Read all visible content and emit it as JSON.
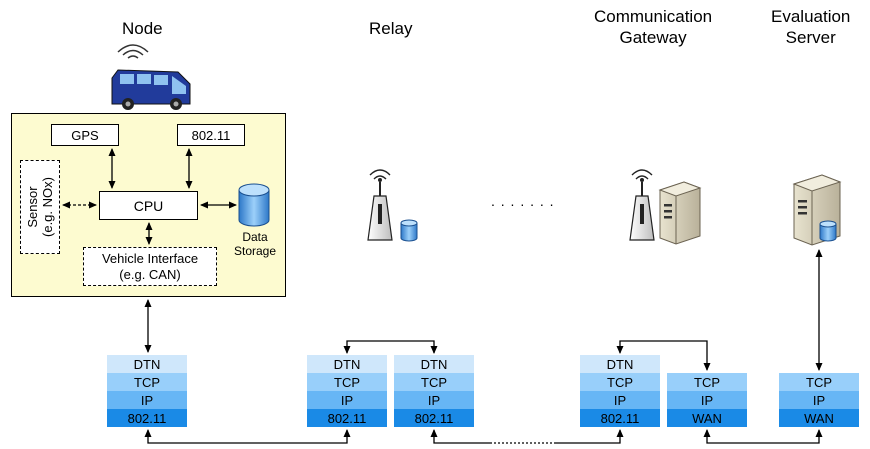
{
  "headers": {
    "node": "Node",
    "relay": "Relay",
    "gateway_line1": "Communication",
    "gateway_line2": "Gateway",
    "server_line1": "Evaluation",
    "server_line2": "Server"
  },
  "node_box": {
    "gps": "GPS",
    "wifi": "802.11",
    "cpu": "CPU",
    "sensor_line1": "Sensor",
    "sensor_line2": "(e.g. NOx)",
    "vehicle_line1": "Vehicle Interface",
    "vehicle_line2": "(e.g. CAN)",
    "storage_line1": "Data",
    "storage_line2": "Storage"
  },
  "dots": ". . . . . . .",
  "stacks": {
    "node": [
      "DTN",
      "TCP",
      "IP",
      "802.11"
    ],
    "relay_a": [
      "DTN",
      "TCP",
      "IP",
      "802.11"
    ],
    "relay_b": [
      "DTN",
      "TCP",
      "IP",
      "802.11"
    ],
    "gateway_a": [
      "DTN",
      "TCP",
      "IP",
      "802.11"
    ],
    "gateway_b": [
      "TCP",
      "IP",
      "WAN"
    ],
    "server": [
      "TCP",
      "IP",
      "WAN"
    ]
  },
  "colors": {
    "node_bg": "#fdfbd0",
    "dtn": "#cfe7fb",
    "tcp": "#98cffa",
    "ip": "#67b6f5",
    "phy": "#1a8ae6"
  }
}
